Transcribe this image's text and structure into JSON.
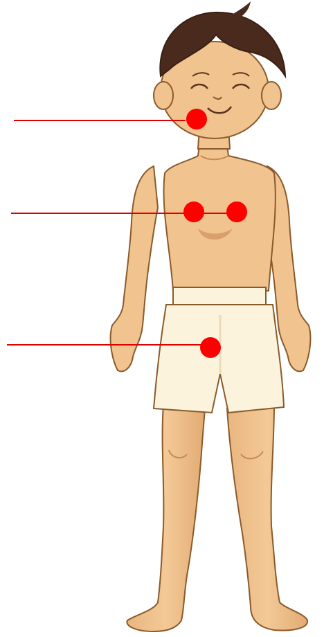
{
  "figure": {
    "subject": "boy-standing-front-view",
    "colors": {
      "skin": "#f1c38e",
      "skin_shade": "#d9a06a",
      "outline": "#8a5a2b",
      "hair": "#4a2a1c",
      "shorts": "#fbf3dc",
      "shorts_shade": "#eadcb6",
      "marker": "#ff0000",
      "leader_line": "#e00000"
    }
  },
  "markers": [
    {
      "id": "chin",
      "count": 1
    },
    {
      "id": "chest",
      "count": 2
    },
    {
      "id": "groin",
      "count": 1
    }
  ]
}
